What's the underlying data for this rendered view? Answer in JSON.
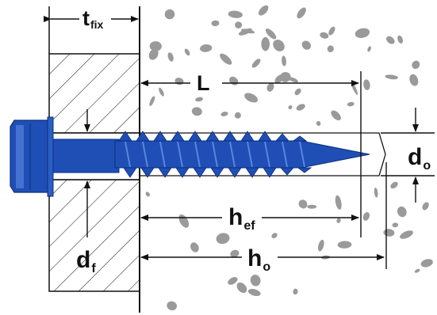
{
  "labels": {
    "t_fix": {
      "main": "t",
      "sub": "fix"
    },
    "L": {
      "main": "L"
    },
    "h_ef": {
      "main": "h",
      "sub": "ef"
    },
    "h_o": {
      "main": "h",
      "sub": "o"
    },
    "d_f": {
      "main": "d",
      "sub": "f"
    },
    "d_o": {
      "main": "d",
      "sub": "o"
    }
  },
  "colors": {
    "screw": "#1f4fb5",
    "screw_dark": "#0d2e80",
    "screw_light": "#5b86dd",
    "concrete_stone": "#9a9a9a",
    "line": "#111111"
  }
}
